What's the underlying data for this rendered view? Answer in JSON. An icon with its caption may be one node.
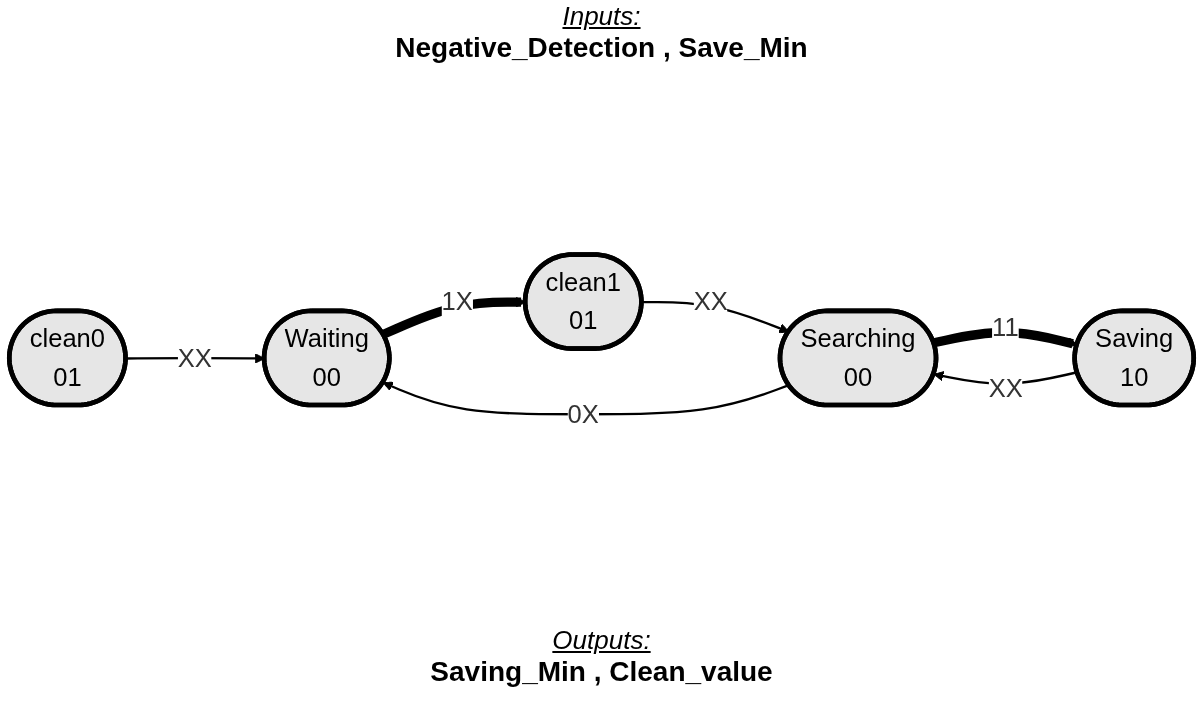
{
  "diagram": {
    "nodes": [
      {
        "text": [
          "clean0",
          "01"
        ]
      },
      {
        "text": [
          "Saving",
          "10"
        ]
      },
      {
        "text": [
          "Waiting",
          "00"
        ]
      },
      {
        "text": [
          "Searching",
          "00"
        ]
      },
      {
        "text": [
          "clean1",
          "01"
        ]
      }
    ],
    "edges": [
      {
        "from": 0,
        "to": 2,
        "arrow": "to",
        "label": "XX"
      },
      {
        "from": 1,
        "to": 3,
        "arrow": "to",
        "label": "XX"
      },
      {
        "from": 3,
        "to": 1,
        "arrow": "to",
        "label": "11",
        "style": "thick"
      },
      {
        "from": 3,
        "to": 2,
        "arrow": "to",
        "label": "0X"
      },
      {
        "from": 2,
        "to": 4,
        "arrow": "to",
        "label": "1X",
        "style": "thick"
      },
      {
        "from": 4,
        "to": 3,
        "arrow": "to",
        "label": "XX"
      }
    ],
    "labels": [
      "Inputs:",
      "Negative_Detection , Save_Min",
      "Outputs:",
      "Saving_Min , Clean_value"
    ]
  }
}
